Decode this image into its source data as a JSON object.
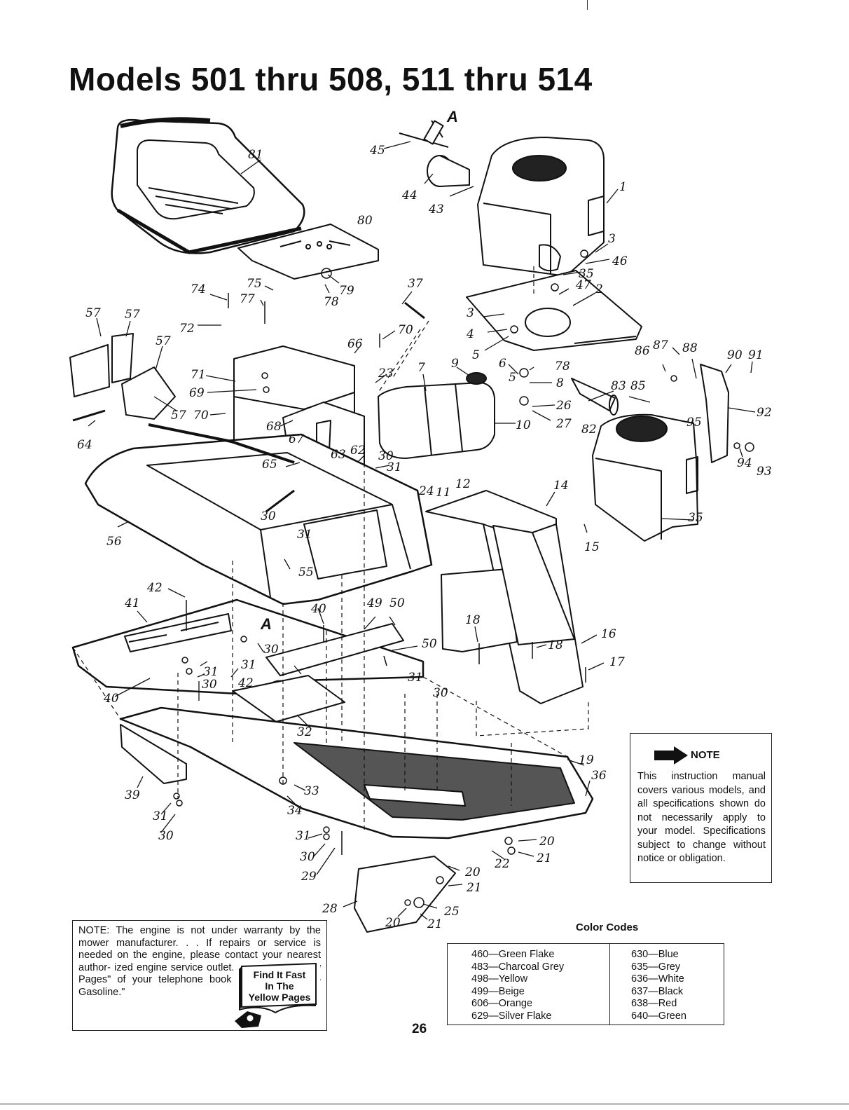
{
  "page": {
    "title": "Models 501 thru 508, 511 thru 514",
    "page_number": "26"
  },
  "diagram": {
    "view_marker": "A",
    "callouts": [
      {
        "id": "c81",
        "text": "81"
      },
      {
        "id": "c80",
        "text": "80"
      },
      {
        "id": "c45",
        "text": "45"
      },
      {
        "id": "c44",
        "text": "44"
      },
      {
        "id": "c43",
        "text": "43"
      },
      {
        "id": "c1",
        "text": "1"
      },
      {
        "id": "c3a",
        "text": "3"
      },
      {
        "id": "c46",
        "text": "46"
      },
      {
        "id": "c35a",
        "text": "35"
      },
      {
        "id": "c47",
        "text": "47"
      },
      {
        "id": "c2",
        "text": "2"
      },
      {
        "id": "c3b",
        "text": "3"
      },
      {
        "id": "c4",
        "text": "4"
      },
      {
        "id": "c5a",
        "text": "5"
      },
      {
        "id": "c6",
        "text": "6"
      },
      {
        "id": "c5b",
        "text": "5"
      },
      {
        "id": "c78a",
        "text": "78"
      },
      {
        "id": "c8",
        "text": "8"
      },
      {
        "id": "c26",
        "text": "26"
      },
      {
        "id": "c27",
        "text": "27"
      },
      {
        "id": "c82",
        "text": "82"
      },
      {
        "id": "c83",
        "text": "83"
      },
      {
        "id": "c85",
        "text": "85"
      },
      {
        "id": "c86",
        "text": "86"
      },
      {
        "id": "c87",
        "text": "87"
      },
      {
        "id": "c88",
        "text": "88"
      },
      {
        "id": "c90",
        "text": "90"
      },
      {
        "id": "c91",
        "text": "91"
      },
      {
        "id": "c92",
        "text": "92"
      },
      {
        "id": "c95",
        "text": "95"
      },
      {
        "id": "c94",
        "text": "94"
      },
      {
        "id": "c93",
        "text": "93"
      },
      {
        "id": "c35b",
        "text": "35"
      },
      {
        "id": "c15",
        "text": "15"
      },
      {
        "id": "c14",
        "text": "14"
      },
      {
        "id": "c74",
        "text": "74"
      },
      {
        "id": "c75",
        "text": "75"
      },
      {
        "id": "c77",
        "text": "77"
      },
      {
        "id": "c79",
        "text": "79"
      },
      {
        "id": "c78b",
        "text": "78"
      },
      {
        "id": "c37",
        "text": "37"
      },
      {
        "id": "c57a",
        "text": "57"
      },
      {
        "id": "c57b",
        "text": "57"
      },
      {
        "id": "c57c",
        "text": "57"
      },
      {
        "id": "c57d",
        "text": "57"
      },
      {
        "id": "c72",
        "text": "72"
      },
      {
        "id": "c70a",
        "text": "70"
      },
      {
        "id": "c66",
        "text": "66"
      },
      {
        "id": "c71",
        "text": "71"
      },
      {
        "id": "c69",
        "text": "69"
      },
      {
        "id": "c70b",
        "text": "70"
      },
      {
        "id": "c68",
        "text": "68"
      },
      {
        "id": "c67",
        "text": "67"
      },
      {
        "id": "c23",
        "text": "23"
      },
      {
        "id": "c7",
        "text": "7"
      },
      {
        "id": "c9",
        "text": "9"
      },
      {
        "id": "c10",
        "text": "10"
      },
      {
        "id": "c63",
        "text": "63"
      },
      {
        "id": "c62",
        "text": "62"
      },
      {
        "id": "c30a",
        "text": "30"
      },
      {
        "id": "c31a",
        "text": "31"
      },
      {
        "id": "c24",
        "text": "24"
      },
      {
        "id": "c11",
        "text": "11"
      },
      {
        "id": "c12",
        "text": "12"
      },
      {
        "id": "c64",
        "text": "64"
      },
      {
        "id": "c65",
        "text": "65"
      },
      {
        "id": "c30b",
        "text": "30"
      },
      {
        "id": "c31b",
        "text": "31"
      },
      {
        "id": "c56",
        "text": "56"
      },
      {
        "id": "c55",
        "text": "55"
      },
      {
        "id": "c42a",
        "text": "42"
      },
      {
        "id": "c41",
        "text": "41"
      },
      {
        "id": "c40a",
        "text": "40"
      },
      {
        "id": "c49",
        "text": "49"
      },
      {
        "id": "c50a",
        "text": "50"
      },
      {
        "id": "c50b",
        "text": "50"
      },
      {
        "id": "c18a",
        "text": "18"
      },
      {
        "id": "c18b",
        "text": "18"
      },
      {
        "id": "c16",
        "text": "16"
      },
      {
        "id": "c17",
        "text": "17"
      },
      {
        "id": "c30c",
        "text": "30"
      },
      {
        "id": "c31c",
        "text": "31"
      },
      {
        "id": "c31d",
        "text": "31"
      },
      {
        "id": "c30d",
        "text": "30"
      },
      {
        "id": "c42b",
        "text": "42"
      },
      {
        "id": "c40b",
        "text": "40"
      },
      {
        "id": "c31e",
        "text": "31"
      },
      {
        "id": "c30e",
        "text": "30"
      },
      {
        "id": "c32",
        "text": "32"
      },
      {
        "id": "c19",
        "text": "19"
      },
      {
        "id": "c36",
        "text": "36"
      },
      {
        "id": "c39",
        "text": "39"
      },
      {
        "id": "c31f",
        "text": "31"
      },
      {
        "id": "c30f",
        "text": "30"
      },
      {
        "id": "c33",
        "text": "33"
      },
      {
        "id": "c34",
        "text": "34"
      },
      {
        "id": "c31g",
        "text": "31"
      },
      {
        "id": "c30g",
        "text": "30"
      },
      {
        "id": "c29",
        "text": "29"
      },
      {
        "id": "c20a",
        "text": "20"
      },
      {
        "id": "c21a",
        "text": "21"
      },
      {
        "id": "c22",
        "text": "22"
      },
      {
        "id": "c20b",
        "text": "20"
      },
      {
        "id": "c21b",
        "text": "21"
      },
      {
        "id": "c28",
        "text": "28"
      },
      {
        "id": "c25",
        "text": "25"
      },
      {
        "id": "c20c",
        "text": "20"
      },
      {
        "id": "c21c",
        "text": "21"
      }
    ]
  },
  "note": {
    "heading": "NOTE",
    "body": "This instruction manual covers various models, and all specifications shown do not necessarily apply to your model. Specifications subject to change without notice or obligation."
  },
  "warranty": {
    "text": "NOTE: The engine is not under warranty by the mower manufacturer. . . If repairs or service is needed on the engine, please contact your nearest author- ized engine service outlet. Check the \"Yellow Pages\" of your telephone book under \"Engines—Gasoline.\"",
    "badge_line1": "Find It Fast",
    "badge_line2": "In The",
    "badge_line3": "Yellow Pages"
  },
  "color_codes": {
    "title": "Color Codes",
    "left": [
      "460—Green Flake",
      "483—Charcoal Grey",
      "498—Yellow",
      "499—Beige",
      "606—Orange",
      "629—Silver Flake"
    ],
    "right": [
      "630—Blue",
      "635—Grey",
      "636—White",
      "637—Black",
      "638—Red",
      "640—Green"
    ]
  }
}
